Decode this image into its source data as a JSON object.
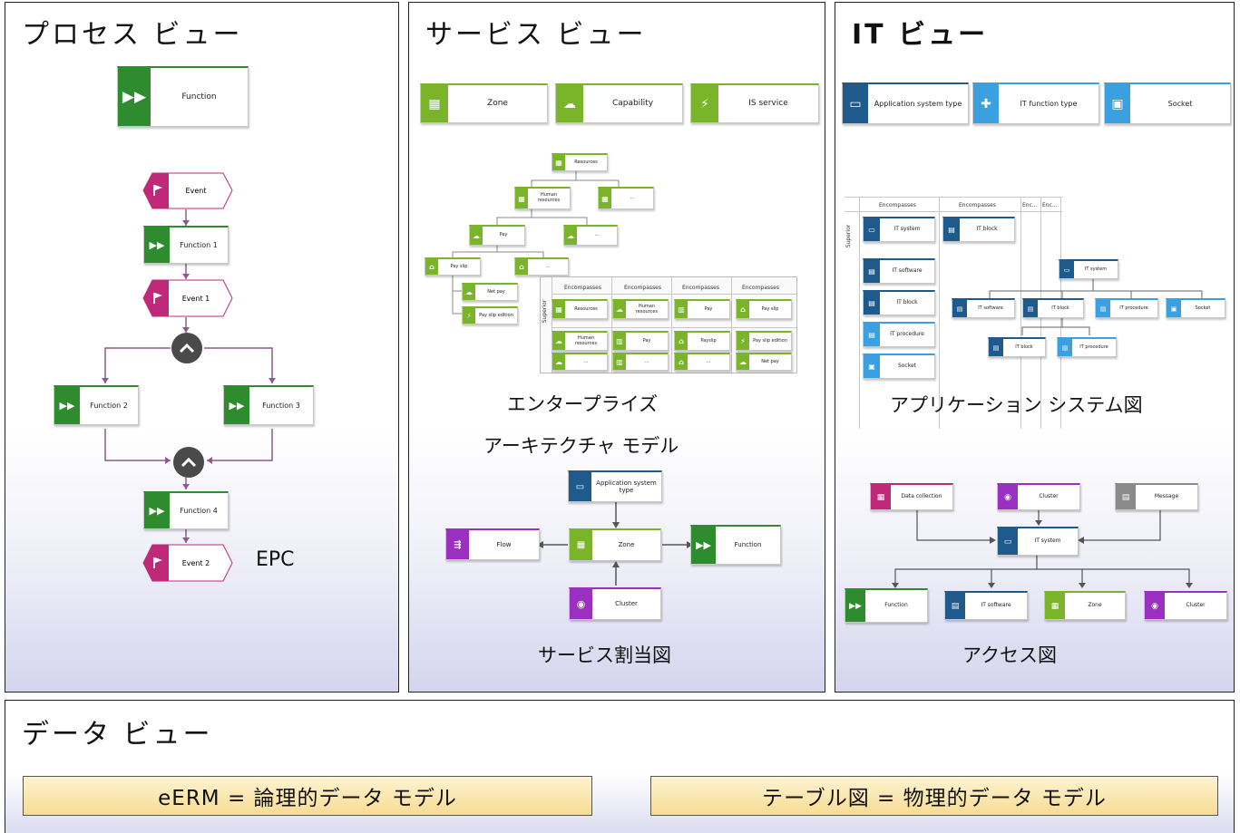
{
  "panels": {
    "process": {
      "title": "プロセス ビュー"
    },
    "service": {
      "title": "サービス ビュー"
    },
    "it": {
      "title": "IT ビュー"
    },
    "data": {
      "title": "データ ビュー"
    }
  },
  "process": {
    "legend_function": "Function",
    "epc": {
      "caption": "EPC",
      "event": "Event",
      "function1": "Function 1",
      "event1": "Event 1",
      "function2": "Function 2",
      "function3": "Function 3",
      "function4": "Function 4",
      "event2": "Event 2"
    }
  },
  "service": {
    "legend": {
      "zone": "Zone",
      "capability": "Capability",
      "is_service": "IS service"
    },
    "tree": {
      "resources": "Resources",
      "human_resources": "Human resources",
      "ellipsis": "...",
      "pay": "Pay",
      "pay_slip": "Pay slip",
      "net_pay": "Net pay",
      "pay_slip_edition": "Pay slip edition"
    },
    "matrix": {
      "header": "Encompasses",
      "row_label": "Superior",
      "resources": "Resources",
      "human_resources": "Human resources",
      "pay": "Pay",
      "pay_slip": "Pay slip",
      "payslip": "Payslip",
      "pay_slip_edition": "Pay slip edition",
      "ellipsis": "...",
      "net_pay": "Net pay"
    },
    "caption_line1": "エンタープライズ",
    "caption_line2": "アーキテクチャ モデル",
    "allocation": {
      "app_system_type": "Application system type",
      "flow": "Flow",
      "zone": "Zone",
      "function": "Function",
      "cluster": "Cluster",
      "caption": "サービス割当図"
    }
  },
  "it": {
    "legend": {
      "app_system_type": "Application system type",
      "it_function_type": "IT function type",
      "socket": "Socket"
    },
    "matrix": {
      "header": "Encompasses",
      "header_short": "Enc...",
      "row_label": "Superior",
      "it_system": "IT system",
      "it_block": "IT block",
      "it_software": "IT software",
      "it_procedure": "IT procedure",
      "socket": "Socket"
    },
    "tree": {
      "it_system": "IT system",
      "it_software": "IT software",
      "it_block": "IT block",
      "it_procedure": "IT procedure",
      "socket": "Socket"
    },
    "caption_app": "アプリケーション システム図",
    "access": {
      "data_collection": "Data collection",
      "cluster": "Cluster",
      "message": "Message",
      "it_system": "IT system",
      "function": "Function",
      "it_software": "IT software",
      "zone": "Zone",
      "cluster2": "Cluster",
      "caption": "アクセス図"
    }
  },
  "data": {
    "erm_button": "eERM = 論理的データ モデル",
    "table_button": "テーブル図 = 物理的データ モデル"
  },
  "colors": {
    "green": "#2e8b2e",
    "lime": "#7ab428",
    "magenta": "#c0287a",
    "navy": "#1f5a8c",
    "sky": "#3aa0e0",
    "purple": "#9b2fbf",
    "gray": "#8a8a8a",
    "connector": "#7a7a7a",
    "flow_purple": "#8e5a8e"
  }
}
